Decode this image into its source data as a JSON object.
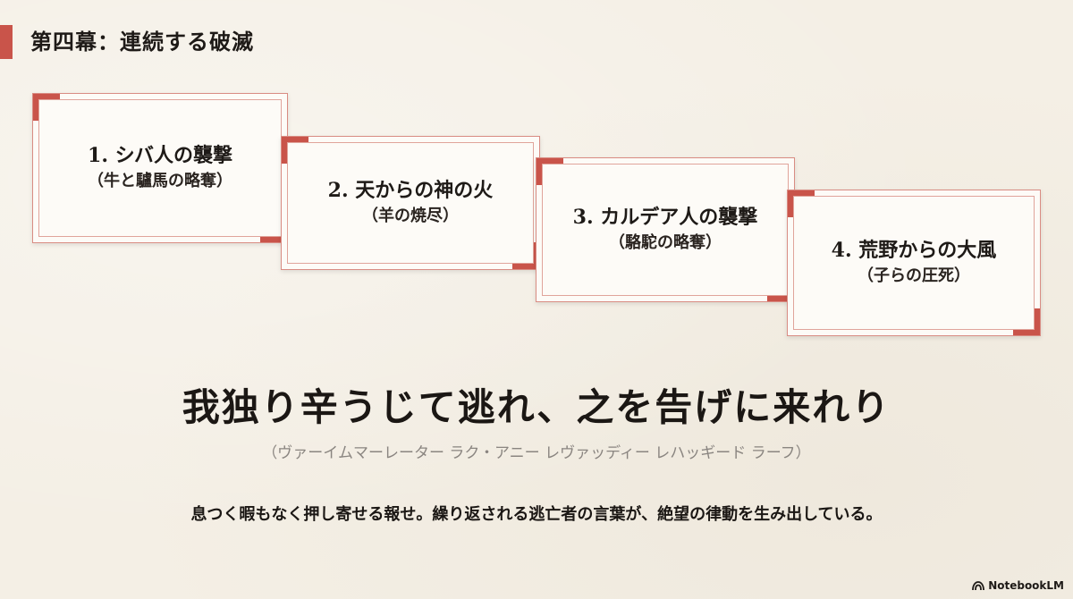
{
  "slide": {
    "title": "第四幕：連続する破滅"
  },
  "steps": [
    {
      "title": "1. シバ人の襲撃",
      "subtitle": "（牛と驢馬の略奪）"
    },
    {
      "title": "2. 天からの神の火",
      "subtitle": "（羊の焼尽）"
    },
    {
      "title": "3. カルデア人の襲撃",
      "subtitle": "（駱駝の略奪）"
    },
    {
      "title": "4. 荒野からの大風",
      "subtitle": "（子らの圧死）"
    }
  ],
  "quote": {
    "text": "我独り辛うじて逃れ、之を告げに来れり",
    "transliteration": "（ヴァーイムマーレーター ラク・アニー レヴァッディー レハッギード ラーフ）"
  },
  "caption": "息つく暇もなく押し寄せる報せ。繰り返される逃亡者の言葉が、絶望の律動を生み出している。",
  "branding": {
    "name": "NotebookLM",
    "icon": "notebooklm-logo-icon"
  },
  "colors": {
    "accent": "#c9544a",
    "background": "#f4efe5",
    "text": "#1e1a17",
    "muted": "#8a8580"
  }
}
